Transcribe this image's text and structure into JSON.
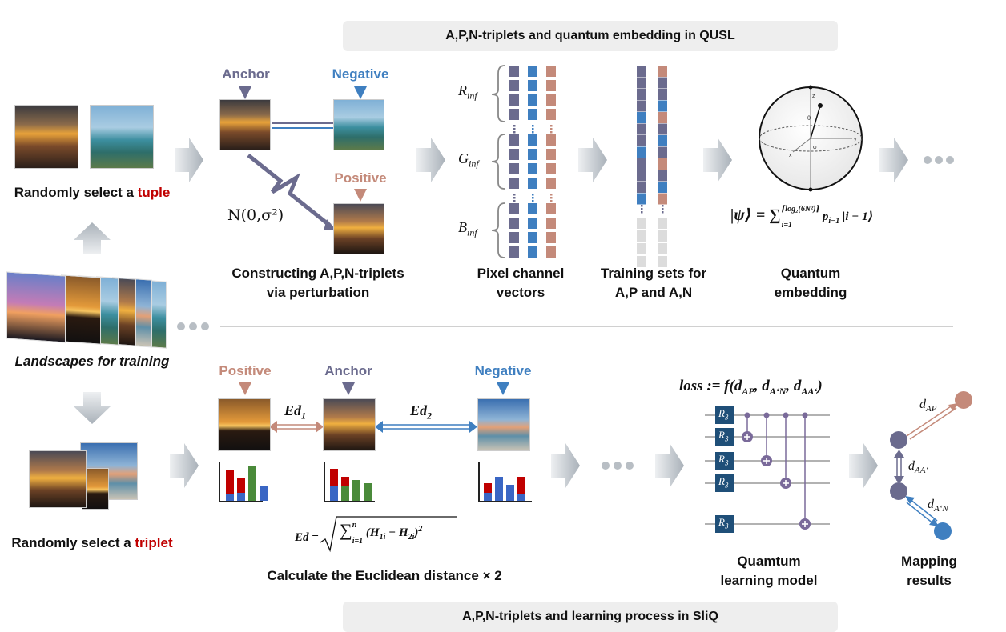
{
  "banners": {
    "top": "A,P,N-triplets and quantum embedding in QUSL",
    "bottom": "A,P,N-triplets and learning process in SliQ"
  },
  "left": {
    "tuple_prefix": "Randomly select a ",
    "tuple_word": "tuple",
    "training": "Landscapes for training",
    "triplet_prefix": "Randomly select a ",
    "triplet_word": "triplet"
  },
  "top_row": {
    "anchor": "Anchor",
    "negative": "Negative",
    "positive": "Positive",
    "noise": "N(0,σ²)",
    "constructing_1": "Constructing A,P,N-triplets",
    "constructing_2": "via perturbation",
    "r_inf": "R",
    "g_inf": "G",
    "b_inf": "B",
    "inf_sub": "inf",
    "pixel_1": "Pixel channel",
    "pixel_2": "vectors",
    "training_1": "Training sets for",
    "training_2": "A,P and A,N",
    "embedding_1": "Quantum",
    "embedding_2": "embedding",
    "formula_lhs": "|ψ⟩ = ∑",
    "formula_sub": "i=1",
    "formula_sup": "⌈log₂(6N²)⌉",
    "formula_rhs": "p",
    "formula_rhs_sub": "i−1",
    "formula_ket": " |i − 1⟩"
  },
  "bottom_row": {
    "positive": "Positive",
    "anchor": "Anchor",
    "negative": "Negative",
    "ed1": "Ed",
    "ed1_sub": "1",
    "ed2": "Ed",
    "ed2_sub": "2",
    "ed_formula_lhs": "Ed = ",
    "ed_formula_body": "(H",
    "ed_formula_sup": "n",
    "ed_formula_sub": "i=1",
    "euclid": "Calculate the Euclidean distance × 2",
    "loss": "loss := f(d",
    "circuit_1": "Quamtum",
    "circuit_2": "learning model",
    "mapping_1": "Mapping",
    "mapping_2": "results",
    "gate": "R",
    "gate_sub": "3",
    "d_ap": "d",
    "d_ap_sub": "AP",
    "d_aa": "d",
    "d_aa_sub": "AA‘",
    "d_an": "d",
    "d_an_sub": "A‘N"
  },
  "colors": {
    "anchor": "#6b6b8e",
    "negative": "#3f7fc0",
    "positive": "#c48a7a",
    "accent_red": "#c00000",
    "arrow_gray": "#b5bcc3"
  }
}
